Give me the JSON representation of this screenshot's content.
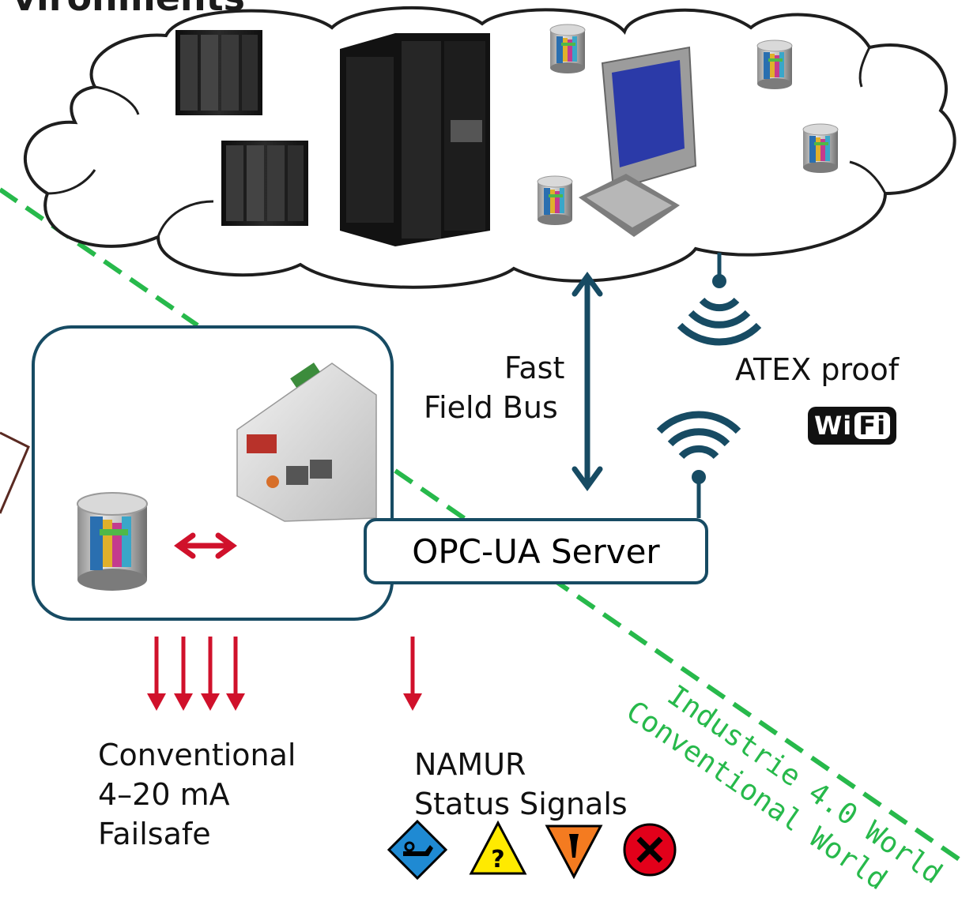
{
  "header": {
    "title_fragment": "vironments"
  },
  "labels": {
    "fast_field_bus_line1": "Fast",
    "fast_field_bus_line2": "Field Bus",
    "atex_proof": "ATEX proof",
    "wifi_logo_wi": "Wi",
    "wifi_logo_fi": "Fi",
    "opc_server": "OPC-UA Server",
    "industrie_world": "Industrie 4.0 World",
    "conventional_world": "Conventional World",
    "conventional_line1": "Conventional",
    "conventional_line2": "4–20 mA",
    "conventional_line3": "Failsafe",
    "namur_line1": "NAMUR",
    "namur_line2": "Status Signals"
  },
  "colors": {
    "box_border": "#174b63",
    "arrow_teal": "#174b63",
    "arrow_red": "#d0112b",
    "boundary_green": "#27b94b",
    "cloud_border": "#1e1e1e"
  },
  "icons": [
    "database-icon",
    "server-rack-icon",
    "industrial-terminal-icon",
    "plc-controller-icon",
    "wifi-waves-icon",
    "maintenance-diamond-icon",
    "check-function-triangle-icon",
    "out-of-spec-icon",
    "failure-circle-icon"
  ]
}
